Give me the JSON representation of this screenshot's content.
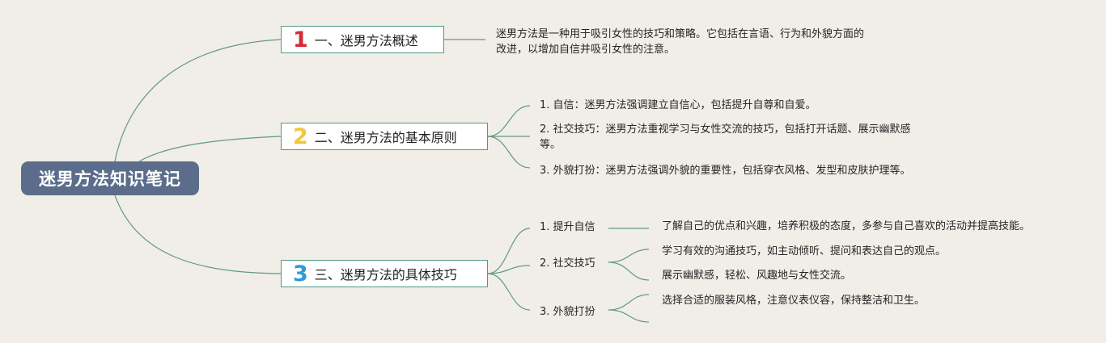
{
  "colors": {
    "background": "#f1ede7",
    "root_fill": "#5b6d8b",
    "branch_border": "#4f9a88",
    "line": "#5f9988",
    "num1": "#d72a35",
    "num2": "#f2c73c",
    "num3": "#2e9ad8"
  },
  "root": {
    "label": "迷男方法知识笔记"
  },
  "branches": [
    {
      "number": "1",
      "label": "一、迷男方法概述",
      "description_lines": [
        "迷男方法是一种用于吸引女性的技巧和策略。它包括在言语、行为和外貌方面的",
        "改进，以增加自信并吸引女性的注意。"
      ]
    },
    {
      "number": "2",
      "label": "二、迷男方法的基本原则",
      "items": [
        {
          "lines": [
            "1. 自信：迷男方法强调建立自信心，包括提升自尊和自爱。"
          ]
        },
        {
          "lines": [
            "2. 社交技巧：迷男方法重视学习与女性交流的技巧，包括打开话题、展示幽默感",
            "等。"
          ]
        },
        {
          "lines": [
            "3. 外貌打扮：迷男方法强调外貌的重要性，包括穿衣风格、发型和皮肤护理等。"
          ]
        }
      ]
    },
    {
      "number": "3",
      "label": "三、迷男方法的具体技巧",
      "items": [
        {
          "label": "1. 提升自信",
          "details": [
            "了解自己的优点和兴趣，培养积极的态度，多参与自己喜欢的活动并提高技能。"
          ]
        },
        {
          "label": "2. 社交技巧",
          "details": [
            "学习有效的沟通技巧，如主动倾听、提问和表达自己的观点。",
            "展示幽默感，轻松、风趣地与女性交流。"
          ]
        },
        {
          "label": "3. 外貌打扮",
          "details": [
            "选择合适的服装风格，注意仪表仪容，保持整洁和卫生。",
            ""
          ]
        }
      ]
    }
  ]
}
